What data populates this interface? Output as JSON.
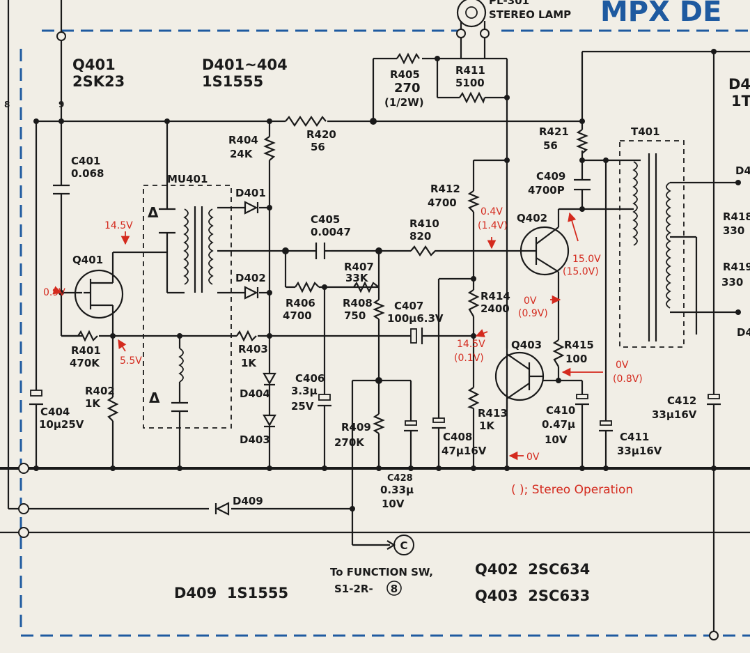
{
  "title": {
    "text": "MPX DE",
    "stereo_lamp_top": "PL-301",
    "stereo_lamp": "STEREO LAMP"
  },
  "parts": {
    "q401_head": "Q401",
    "q401_type": "2SK23",
    "d401_404": "D401~404",
    "d401_404_type": "1S1555",
    "mu401": "MU401",
    "q401": "Q401",
    "c401": "C401",
    "c401_v": "0.068",
    "r405": "R405",
    "r405_v": "270",
    "r405_w": "(1/2W)",
    "r411": "R411",
    "r411_v": "5100",
    "r404": "R404",
    "r404_v": "24K",
    "r420": "R420",
    "r420_v": "56",
    "r421": "R421",
    "r421_v": "56",
    "t401": "T401",
    "c409": "C409",
    "c409_v": "4700P",
    "d401": "D401",
    "d402": "D402",
    "c405": "C405",
    "c405_v": "0.0047",
    "r412": "R412",
    "r412_v": "4700",
    "q402": "Q402",
    "r410": "R410",
    "r410_v": "820",
    "r407": "R407",
    "r407_v": "33K",
    "r406": "R406",
    "r406_v": "4700",
    "r408": "R408",
    "r408_v": "750",
    "c407": "C407",
    "c407_v": "100µ6.3V",
    "r414": "R414",
    "r414_v": "2400",
    "r418": "R418",
    "r418_v": "330",
    "r419": "R419",
    "r419_v": "330",
    "r401": "R401",
    "r401_v": "470K",
    "r403": "R403",
    "r403_v": "1K",
    "q403": "Q403",
    "r415": "R415",
    "r415_v": "100",
    "r402": "R402",
    "r402_v": "1K",
    "c406": "C406",
    "c406_v1": "3.3µ",
    "c406_v2": "25V",
    "d404": "D404",
    "d403": "D403",
    "c404": "C404",
    "c404_v": "10µ25V",
    "r409": "R409",
    "r409_v": "270K",
    "c408": "C408",
    "c408_v": "47µ16V",
    "r413": "R413",
    "r413_v": "1K",
    "c410": "C410",
    "c410_v1": "0.47µ",
    "c410_v2": "10V",
    "c411": "C411",
    "c411_v": "33µ16V",
    "c412": "C412",
    "c412_v": "33µ16V",
    "c428": "C428",
    "c428_v1": "0.33µ",
    "c428_v2": "10V",
    "d409": "D409",
    "d4_a": "D4",
    "d4_b": "1T",
    "d4_c": "D4",
    "d4_d": "D4"
  },
  "pins": {
    "p8": "8",
    "p9": "9",
    "connector_c": "C"
  },
  "voltages": {
    "v_145": "14.5V",
    "v_09": "0.9V",
    "v_55": "5.5V",
    "v_04": "0.4V",
    "v_14": "(1.4V)",
    "v_150": "15.0V",
    "v_150s": "(15.0V)",
    "v_0v": "0V",
    "v_09s": "(0.9V)",
    "v_145b": "14.5V",
    "v_01s": "(0.1V)",
    "v_0v_b": "0V",
    "v_08s": "(0.8V)",
    "v_0v_c": "0V"
  },
  "notes": {
    "stereo_op": "(   ); Stereo Operation",
    "to_function": "To FUNCTION SW,",
    "s1_2r": "S1-2R-",
    "s1_pin": "8",
    "q402_type": "Q402  2SC634",
    "q403_type": "Q403  2SC633",
    "d409_type": "D409  1S1555",
    "delta1": "Δ",
    "delta2": "Δ"
  },
  "colors": {
    "ink": "#1a1a1a",
    "voltage_red": "#d42a1e",
    "frame_blue": "#1e5aa0",
    "paper": "#f1eee6"
  }
}
